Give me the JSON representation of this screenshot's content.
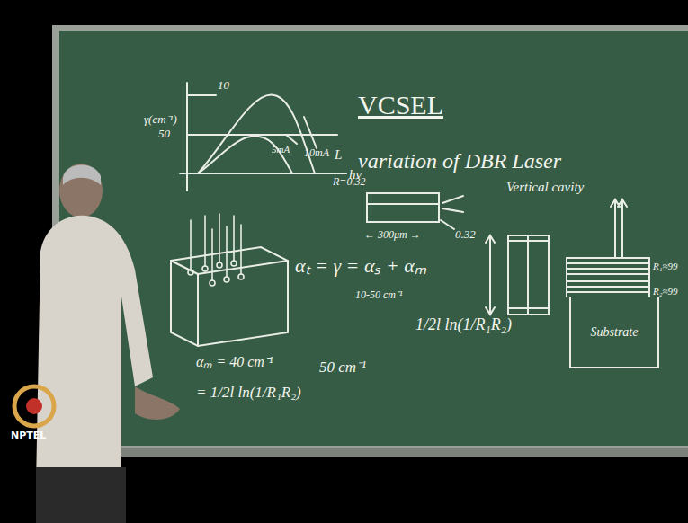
{
  "diagram": {
    "nodes": [
      {
        "text": [
          "Substrate"
        ]
      }
    ],
    "labels": [
      "10",
      "γ(cm⁻¹)",
      "50",
      "5mA",
      "10mA",
      "L",
      "hν",
      "VCSEL",
      "variation of DBR Laser",
      "R=0.32",
      "0.32",
      "← 300μm →",
      "αₜ = γ = αₛ + αₘ",
      "10-50 cm⁻¹",
      "1/2l ln(1/R₁R₂)",
      "50 cm⁻¹",
      "αₘ = 40 cm⁻¹",
      "= 1/2l ln(1/R₁R₂)",
      "Vertical cavity",
      "R₁≈99",
      "R₂≈99",
      "NPTEL"
    ]
  }
}
